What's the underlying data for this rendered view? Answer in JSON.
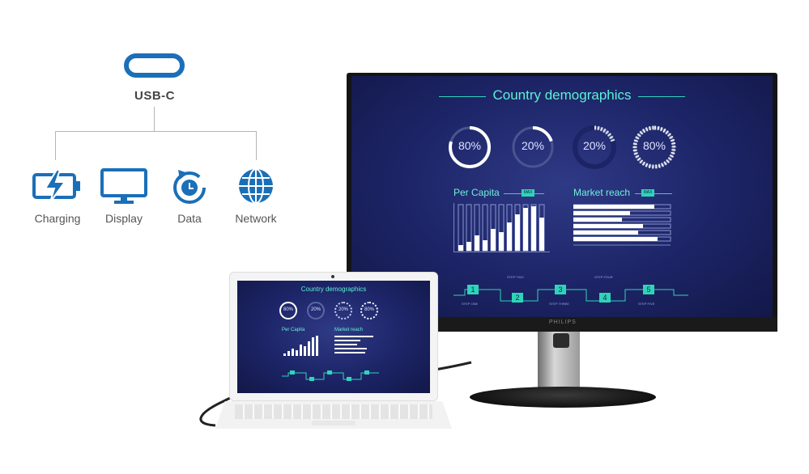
{
  "diagram": {
    "port_label": "USB-C",
    "features": [
      {
        "label": "Charging",
        "icon": "battery-charging-icon"
      },
      {
        "label": "Display",
        "icon": "monitor-icon"
      },
      {
        "label": "Data",
        "icon": "data-sync-icon"
      },
      {
        "label": "Network",
        "icon": "globe-icon"
      }
    ],
    "accent_color": "#1a6fb8"
  },
  "monitor": {
    "brand": "PHILIPS",
    "screen": {
      "title": "Country demographics",
      "gauges": [
        "80%",
        "20%",
        "20%",
        "80%"
      ],
      "per_capita_label": "Per Capita",
      "market_reach_label": "Market reach",
      "badge": "MAX",
      "steps": [
        "1",
        "2",
        "3",
        "4",
        "5"
      ],
      "step_captions": [
        "STEP ONE",
        "STEP TWO",
        "STEP THREE",
        "STEP FOUR",
        "STEP FIVE"
      ],
      "accent_color": "#2fd4b8"
    }
  },
  "laptop": {
    "screen": {
      "title": "Country demographics",
      "gauges": [
        "80%",
        "20%",
        "20%",
        "80%"
      ],
      "per_capita_label": "Per Capita",
      "market_reach_label": "Market reach"
    }
  }
}
